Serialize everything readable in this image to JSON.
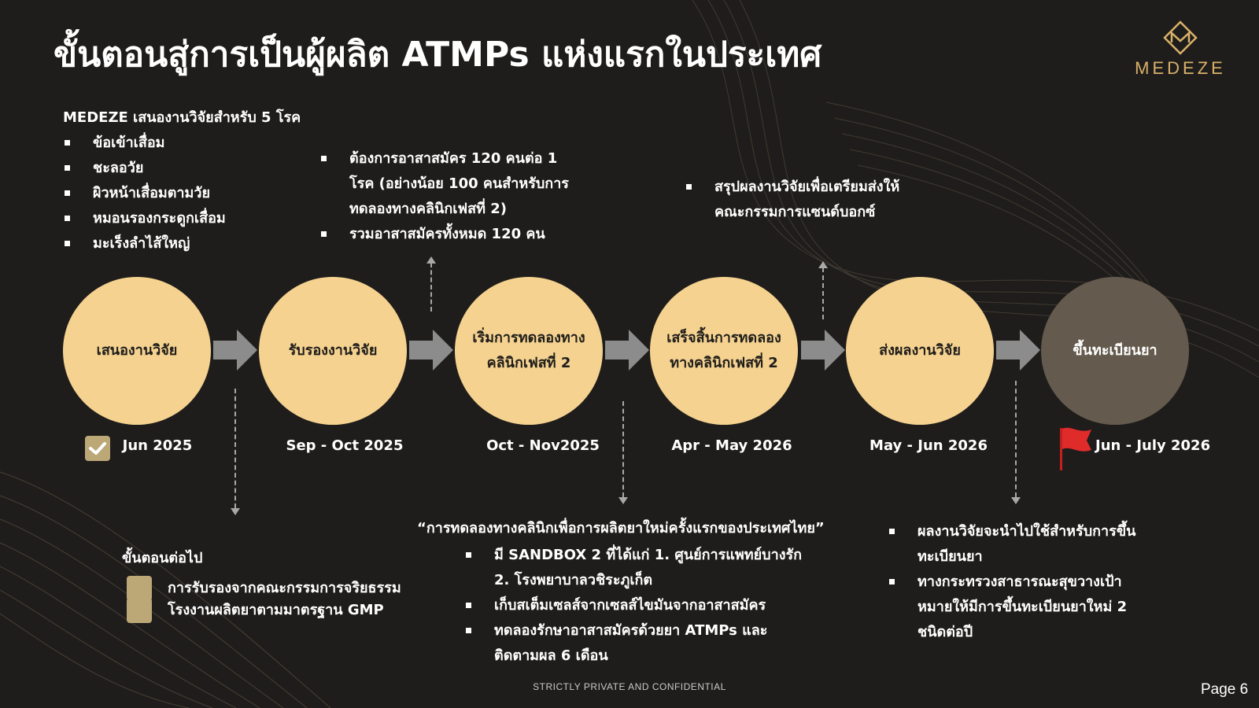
{
  "title": "ขั้นตอนสู่การเป็นผู้ผลิต ATMPs แห่งแรกในประเทศ",
  "logo": {
    "text": "MEDEZE",
    "icon": "medeze-diamond-logo"
  },
  "colors": {
    "background": "#1f1d1b",
    "circle": "#f5d28f",
    "final_circle": "#645a4d",
    "accent_gold": "#d9b16a",
    "check_box": "#bca777",
    "flag": "#e02b2b",
    "arrow": "#8c8c8c"
  },
  "top_notes": {
    "proposal": {
      "head": "MEDEZE เสนองานวิจัยสำหรับ 5 โรค",
      "items": [
        "ข้อเข้าเสื่อม",
        "ชะลอวัย",
        "ผิวหน้าเสื่อมตามวัย",
        "หมอนรองกระดูกเสื่อม",
        "มะเร็งลำไส้ใหญ่"
      ]
    },
    "recruitment": {
      "items": [
        "ต้องการอาสาสมัคร 120 คนต่อ 1 โรค (อย่างน้อย 100 คนสำหรับการทดลองทางคลินิกเฟสที่ 2)",
        "รวมอาสาสมัครทั้งหมด 120 คน"
      ]
    },
    "summary": {
      "items": [
        "สรุปผลงานวิจัยเพื่อเตรียมส่งให้คณะกรรมการแซนด์บอกซ์"
      ]
    }
  },
  "steps": [
    {
      "label": "เสนองานวิจัย",
      "date": "Jun 2025",
      "status": "done"
    },
    {
      "label": "รับรองงานวิจัย",
      "date": "Sep - Oct 2025"
    },
    {
      "label": "เริ่มการทดลองทางคลินิกเฟสที่ 2",
      "date": "Oct - Nov2025"
    },
    {
      "label": "เสร็จสิ้นการทดลองทางคลินิกเฟสที่ 2",
      "date": "Apr - May 2026"
    },
    {
      "label": "ส่งผลงานวิจัย",
      "date": "May - Jun 2026"
    },
    {
      "label": "ขึ้นทะเบียนยา",
      "date": "Jun - July 2026",
      "status": "goal"
    }
  ],
  "next_steps": {
    "head": "ขั้นตอนต่อไป",
    "items": [
      "การรับรองจากคณะกรรมการจริยธรรม",
      "โรงงานผลิตยาตามมาตรฐาน GMP"
    ]
  },
  "sandbox": {
    "quote": "“การทดลองทางคลินิกเพื่อการผลิตยาใหม่ครั้งแรกของประเทศไทย”",
    "items": [
      "มี SANDBOX 2 ที่ได้แก่ 1. ศูนย์การแพทย์บางรัก 2. โรงพยาบาลวชิระภูเก็ต",
      "เก็บสเต็มเซลส์จากเซลส์ไขมันจากอาสาสมัคร",
      "ทดลองรักษาอาสาสมัครด้วยยา ATMPs และติดตามผล 6 เดือน"
    ]
  },
  "registration": {
    "items": [
      "ผลงานวิจัยจะนำไปใช้สำหรับการขึ้นทะเบียนยา",
      "ทางกระทรวงสาธารณะสุขวางเป้าหมายให้มีการขึ้นทะเบียนยาใหม่ 2 ชนิดต่อปี"
    ]
  },
  "footer": {
    "confidential": "STRICTLY PRIVATE AND CONFIDENTIAL",
    "page": "Page 6"
  }
}
